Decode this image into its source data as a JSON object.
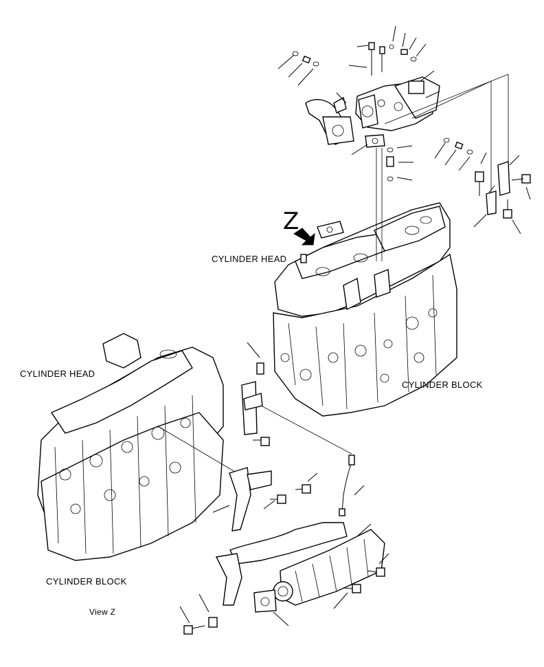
{
  "labels": {
    "cylinder_head_top": "CYLINDER HEAD",
    "cylinder_head_left": "CYLINDER HEAD",
    "cylinder_block_right": "CYLINDER BLOCK",
    "cylinder_block_left": "CYLINDER BLOCK",
    "view_z": "View Z",
    "z_marker": "Z"
  },
  "colors": {
    "ink": "#000000",
    "paper": "#ffffff"
  }
}
